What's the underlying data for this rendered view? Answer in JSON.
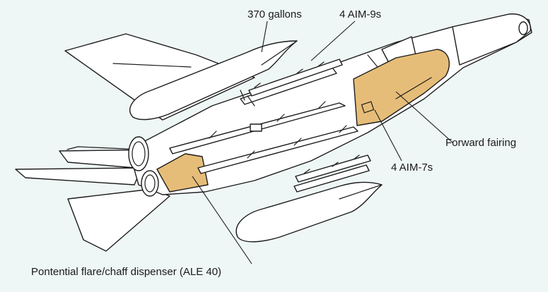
{
  "labels": {
    "fuel_tank": "370 gallons",
    "sidewinder": "4 AIM-9s",
    "forward_fairing": "Forward fairing",
    "sparrow": "4 AIM-7s",
    "dispenser": "Pontential flare/chaff dispenser (ALE 40)"
  },
  "colors": {
    "background": "#eef7f5",
    "fairing": "#e6bd78",
    "line": "#1c1c1c"
  }
}
